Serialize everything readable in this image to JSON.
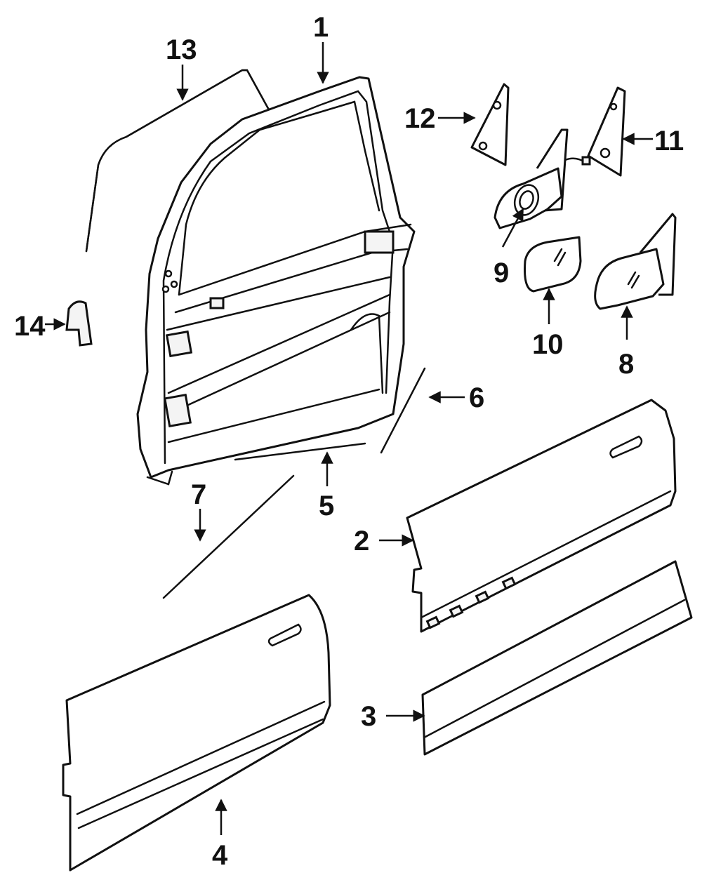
{
  "callouts": {
    "c1": "1",
    "c2": "2",
    "c3": "3",
    "c4": "4",
    "c5": "5",
    "c6": "6",
    "c7": "7",
    "c8": "8",
    "c9": "9",
    "c10": "10",
    "c11": "11",
    "c12": "12",
    "c13": "13",
    "c14": "14"
  },
  "colors": {
    "ink": "#111111",
    "paper": "#ffffff"
  }
}
